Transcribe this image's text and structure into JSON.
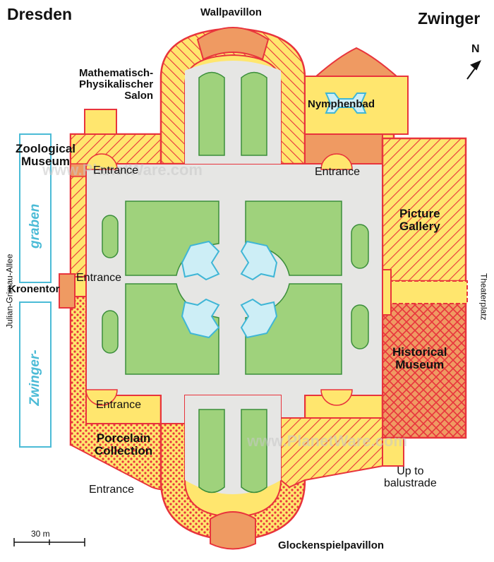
{
  "titles": {
    "city": "Dresden",
    "site": "Zwinger"
  },
  "compass": {
    "label": "N"
  },
  "pavilions": {
    "wall": "Wallpavillon",
    "glocken": "Glockenspielpavillon",
    "nymph": "Nymphenbad",
    "salon": "Mathematisch-\nPhysikalischer\nSalon",
    "kronentor": "Kronentor"
  },
  "museums": {
    "zoological": "Zoological\nMuseum",
    "picture": "Picture\nGallery",
    "historical": "Historical\nMuseum",
    "porcelain": "Porcelain\nCollection"
  },
  "entrances": {
    "nw": "Entrance",
    "ne": "Entrance",
    "w": "Entrance",
    "sw": "Entrance",
    "s": "Entrance"
  },
  "misc": {
    "balustrade": "Up to\nbalustrade"
  },
  "streets": {
    "west": "Julian-Grimau-Allee",
    "east": "Theaterplatz"
  },
  "moat": {
    "upper": "graben",
    "lower": "Zwinger-"
  },
  "scale": {
    "label": "30 m"
  },
  "watermark": "www.PlanetWare.com",
  "colors": {
    "wall_red": "#e8343c",
    "yellow": "#ffe66e",
    "orange": "#ef9a62",
    "green": "#9fd27c",
    "green_edge": "#3b8e3b",
    "path_gray": "#e6e6e4",
    "water": "#cdeef6",
    "water_edge": "#3fb6d6",
    "hatch": "#e8343c",
    "moat_cyan": "#4bbbd6"
  }
}
